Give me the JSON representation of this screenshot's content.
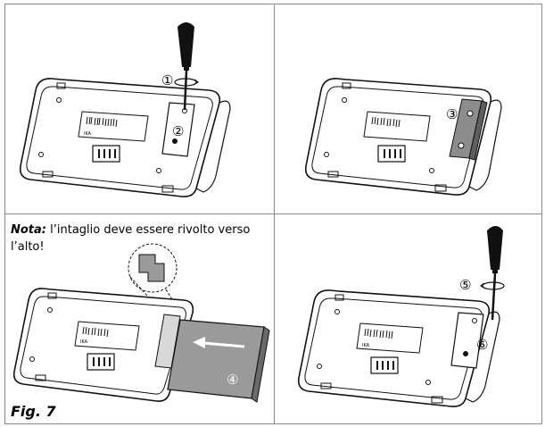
{
  "steps": {
    "s1": "①",
    "s2": "②",
    "s3": "③",
    "s4": "④",
    "s5": "⑤",
    "s6": "⑥"
  },
  "note": {
    "label": "Nota:",
    "text": " l’intaglio deve essere rivolto verso l’alto!"
  },
  "figure_label": "Fig. 7",
  "device_logo": "IKA"
}
